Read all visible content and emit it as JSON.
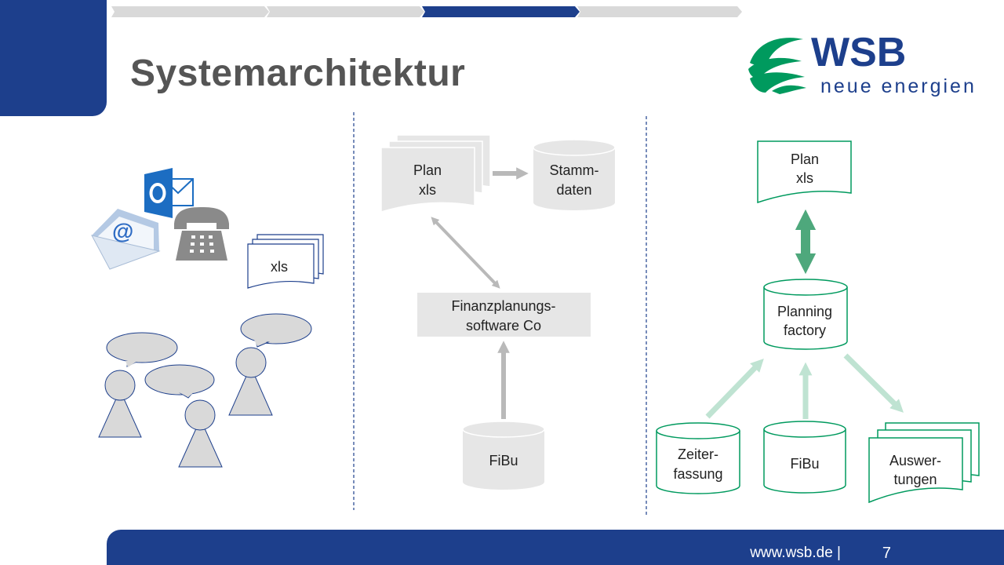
{
  "slide": {
    "title": "Systemarchitektur",
    "progress_active_index": 2
  },
  "logo": {
    "brand": "WSB",
    "tagline": "neue energien"
  },
  "left_section": {
    "doc_label": "xls"
  },
  "middle_section": {
    "plan_line1": "Plan",
    "plan_line2": "xls",
    "stamm_line1": "Stamm-",
    "stamm_line2": "daten",
    "fin_line1": "Finanzplanungs-",
    "fin_line2": "software Co",
    "fibu": "FiBu"
  },
  "right_section": {
    "plan_line1": "Plan",
    "plan_line2": "xls",
    "planning_line1": "Planning",
    "planning_line2": "factory",
    "zeit_line1": "Zeiter-",
    "zeit_line2": "fassung",
    "fibu": "FiBu",
    "ausw_line1": "Auswer-",
    "ausw_line2": "tungen"
  },
  "footer": {
    "url": "www.wsb.de |",
    "page": "7"
  },
  "colors": {
    "brand_blue": "#1d3f8c",
    "brand_green": "#009a5e",
    "arrow_gray": "#b9b9b9",
    "arrow_green_dark": "#4ea87c",
    "arrow_green_light": "#bfe3d2",
    "shape_gray": "#e6e6e6",
    "person_gray": "#d9d9d9"
  }
}
